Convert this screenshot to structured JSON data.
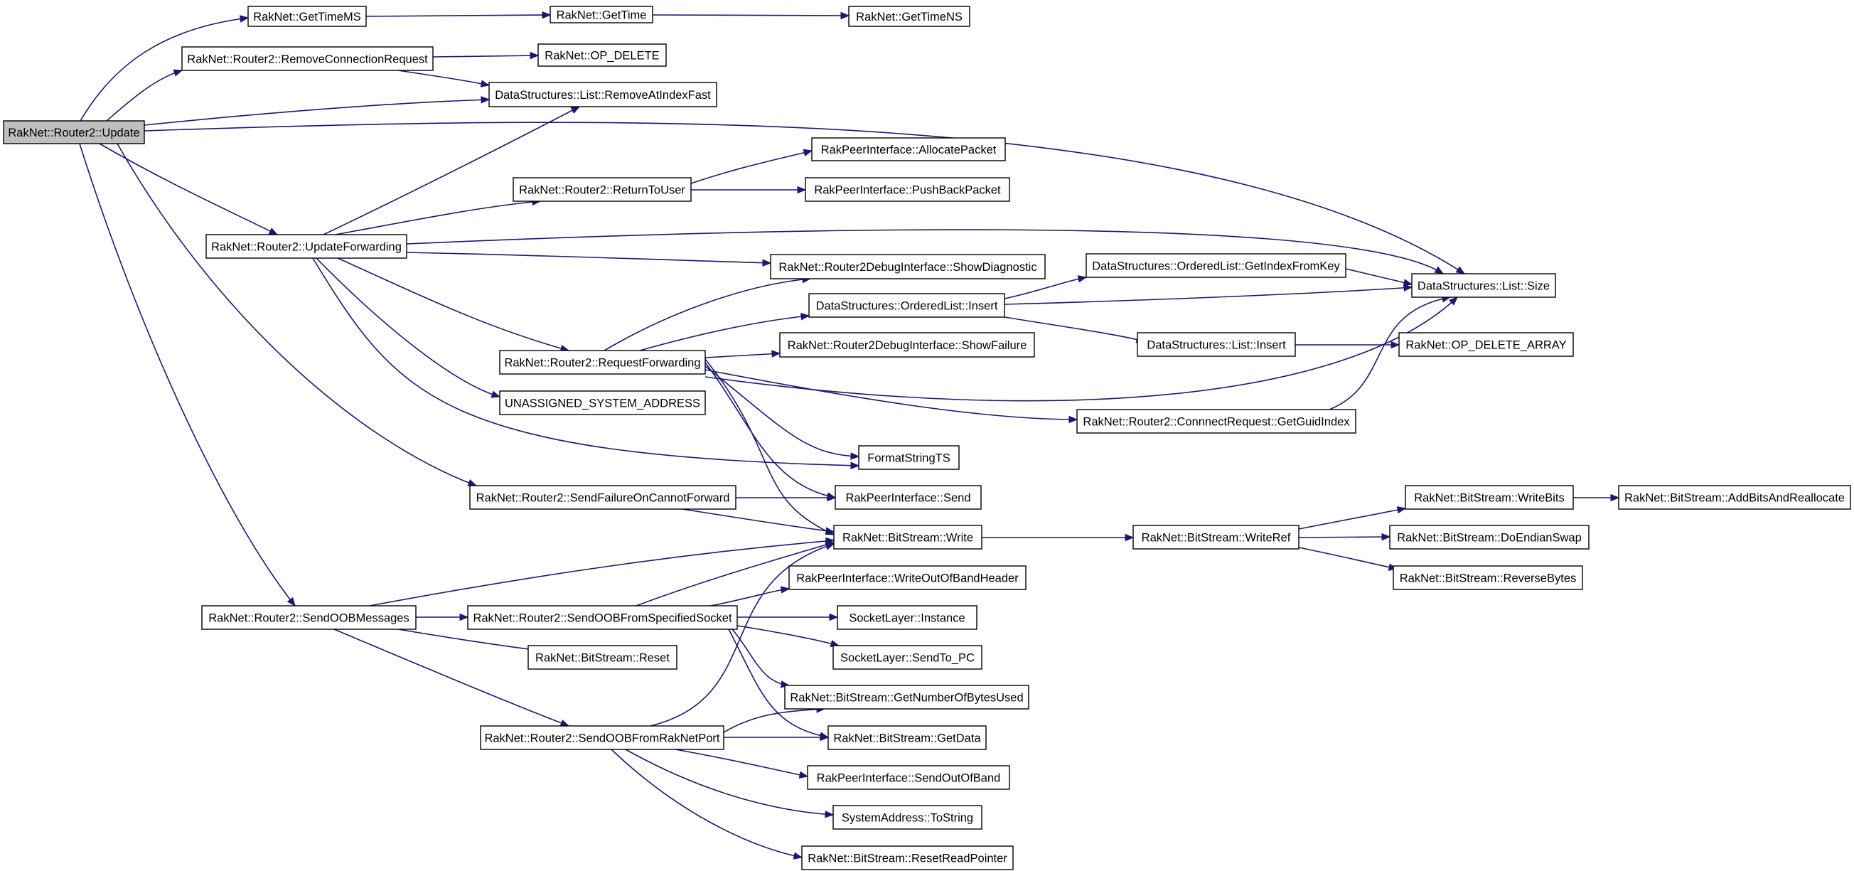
{
  "nodes": [
    {
      "id": "update",
      "label": "RakNet::Router2::Update",
      "root": true
    },
    {
      "id": "gettimems",
      "label": "RakNet::GetTimeMS"
    },
    {
      "id": "gettime",
      "label": "RakNet::GetTime"
    },
    {
      "id": "gettimens",
      "label": "RakNet::GetTimeNS"
    },
    {
      "id": "removeconn",
      "label": "RakNet::Router2::RemoveConnectionRequest"
    },
    {
      "id": "opdelete",
      "label": "RakNet::OP_DELETE"
    },
    {
      "id": "removeatindex",
      "label": "DataStructures::List::RemoveAtIndexFast"
    },
    {
      "id": "allocatepacket",
      "label": "RakPeerInterface::AllocatePacket"
    },
    {
      "id": "returntouser",
      "label": "RakNet::Router2::ReturnToUser"
    },
    {
      "id": "pushbackpacket",
      "label": "RakPeerInterface::PushBackPacket"
    },
    {
      "id": "updateforwarding",
      "label": "RakNet::Router2::UpdateForwarding"
    },
    {
      "id": "showdiagnostic",
      "label": "RakNet::Router2DebugInterface::ShowDiagnostic"
    },
    {
      "id": "getindexfromkey",
      "label": "DataStructures::OrderedList::GetIndexFromKey"
    },
    {
      "id": "listsize",
      "label": "DataStructures::List::Size"
    },
    {
      "id": "orderedinsert",
      "label": "DataStructures::OrderedList::Insert"
    },
    {
      "id": "requestforwarding",
      "label": "RakNet::Router2::RequestForwarding"
    },
    {
      "id": "showfailure",
      "label": "RakNet::Router2DebugInterface::ShowFailure"
    },
    {
      "id": "listinsert",
      "label": "DataStructures::List::Insert"
    },
    {
      "id": "opdeletearray",
      "label": "RakNet::OP_DELETE_ARRAY"
    },
    {
      "id": "unassigned",
      "label": "UNASSIGNED_SYSTEM_ADDRESS"
    },
    {
      "id": "getguidindex",
      "label": "RakNet::Router2::ConnnectRequest::GetGuidIndex"
    },
    {
      "id": "formatstringts",
      "label": "FormatStringTS"
    },
    {
      "id": "sendfailure",
      "label": "RakNet::Router2::SendFailureOnCannotForward"
    },
    {
      "id": "rpisend",
      "label": "RakPeerInterface::Send"
    },
    {
      "id": "writebits",
      "label": "RakNet::BitStream::WriteBits"
    },
    {
      "id": "addbits",
      "label": "RakNet::BitStream::AddBitsAndReallocate"
    },
    {
      "id": "bswrite",
      "label": "RakNet::BitStream::Write"
    },
    {
      "id": "writeref",
      "label": "RakNet::BitStream::WriteRef"
    },
    {
      "id": "doendianswap",
      "label": "RakNet::BitStream::DoEndianSwap"
    },
    {
      "id": "reversebytes",
      "label": "RakNet::BitStream::ReverseBytes"
    },
    {
      "id": "writeoob",
      "label": "RakPeerInterface::WriteOutOfBandHeader"
    },
    {
      "id": "sendoobmessages",
      "label": "RakNet::Router2::SendOOBMessages"
    },
    {
      "id": "sendoobsocket",
      "label": "RakNet::Router2::SendOOBFromSpecifiedSocket"
    },
    {
      "id": "socketinstance",
      "label": "SocketLayer::Instance"
    },
    {
      "id": "bsreset",
      "label": "RakNet::BitStream::Reset"
    },
    {
      "id": "sendtopc",
      "label": "SocketLayer::SendTo_PC"
    },
    {
      "id": "getnumbytes",
      "label": "RakNet::BitStream::GetNumberOfBytesUsed"
    },
    {
      "id": "sendoobraknet",
      "label": "RakNet::Router2::SendOOBFromRakNetPort"
    },
    {
      "id": "getdata",
      "label": "RakNet::BitStream::GetData"
    },
    {
      "id": "sendoutofband",
      "label": "RakPeerInterface::SendOutOfBand"
    },
    {
      "id": "tostring",
      "label": "SystemAddress::ToString"
    },
    {
      "id": "resetreadpointer",
      "label": "RakNet::BitStream::ResetReadPointer"
    }
  ],
  "edges": [
    [
      "update",
      "gettimems"
    ],
    [
      "update",
      "removeconn"
    ],
    [
      "update",
      "removeatindex"
    ],
    [
      "update",
      "listsize"
    ],
    [
      "update",
      "updateforwarding"
    ],
    [
      "update",
      "sendfailure"
    ],
    [
      "update",
      "sendoobmessages"
    ],
    [
      "gettimems",
      "gettime"
    ],
    [
      "gettime",
      "gettimens"
    ],
    [
      "removeconn",
      "opdelete"
    ],
    [
      "removeconn",
      "removeatindex"
    ],
    [
      "updateforwarding",
      "removeatindex"
    ],
    [
      "updateforwarding",
      "returntouser"
    ],
    [
      "updateforwarding",
      "listsize"
    ],
    [
      "updateforwarding",
      "showdiagnostic"
    ],
    [
      "updateforwarding",
      "requestforwarding"
    ],
    [
      "updateforwarding",
      "unassigned"
    ],
    [
      "updateforwarding",
      "formatstringts"
    ],
    [
      "returntouser",
      "allocatepacket"
    ],
    [
      "returntouser",
      "pushbackpacket"
    ],
    [
      "requestforwarding",
      "showdiagnostic"
    ],
    [
      "requestforwarding",
      "orderedinsert"
    ],
    [
      "requestforwarding",
      "showfailure"
    ],
    [
      "requestforwarding",
      "listsize"
    ],
    [
      "requestforwarding",
      "getguidindex"
    ],
    [
      "requestforwarding",
      "formatstringts"
    ],
    [
      "requestforwarding",
      "rpisend"
    ],
    [
      "requestforwarding",
      "bswrite"
    ],
    [
      "orderedinsert",
      "getindexfromkey"
    ],
    [
      "orderedinsert",
      "listsize"
    ],
    [
      "orderedinsert",
      "listinsert"
    ],
    [
      "getindexfromkey",
      "listsize"
    ],
    [
      "listinsert",
      "opdeletearray"
    ],
    [
      "getguidindex",
      "listsize"
    ],
    [
      "sendfailure",
      "rpisend"
    ],
    [
      "sendfailure",
      "bswrite"
    ],
    [
      "bswrite",
      "writeref"
    ],
    [
      "writeref",
      "writebits"
    ],
    [
      "writeref",
      "doendianswap"
    ],
    [
      "writeref",
      "reversebytes"
    ],
    [
      "writebits",
      "addbits"
    ],
    [
      "sendoobmessages",
      "bswrite"
    ],
    [
      "sendoobmessages",
      "sendoobsocket"
    ],
    [
      "sendoobmessages",
      "bsreset"
    ],
    [
      "sendoobmessages",
      "sendoobraknet"
    ],
    [
      "sendoobsocket",
      "bswrite"
    ],
    [
      "sendoobsocket",
      "writeoob"
    ],
    [
      "sendoobsocket",
      "socketinstance"
    ],
    [
      "sendoobsocket",
      "sendtopc"
    ],
    [
      "sendoobsocket",
      "getnumbytes"
    ],
    [
      "sendoobsocket",
      "getdata"
    ],
    [
      "sendoobraknet",
      "bswrite"
    ],
    [
      "sendoobraknet",
      "getnumbytes"
    ],
    [
      "sendoobraknet",
      "getdata"
    ],
    [
      "sendoobraknet",
      "sendoutofband"
    ],
    [
      "sendoobraknet",
      "tostring"
    ],
    [
      "sendoobraknet",
      "resetreadpointer"
    ]
  ],
  "colors": {
    "edge": "#191970",
    "node_fill": "#ffffff",
    "root_fill": "#bfbfbf",
    "node_stroke": "#000000"
  }
}
